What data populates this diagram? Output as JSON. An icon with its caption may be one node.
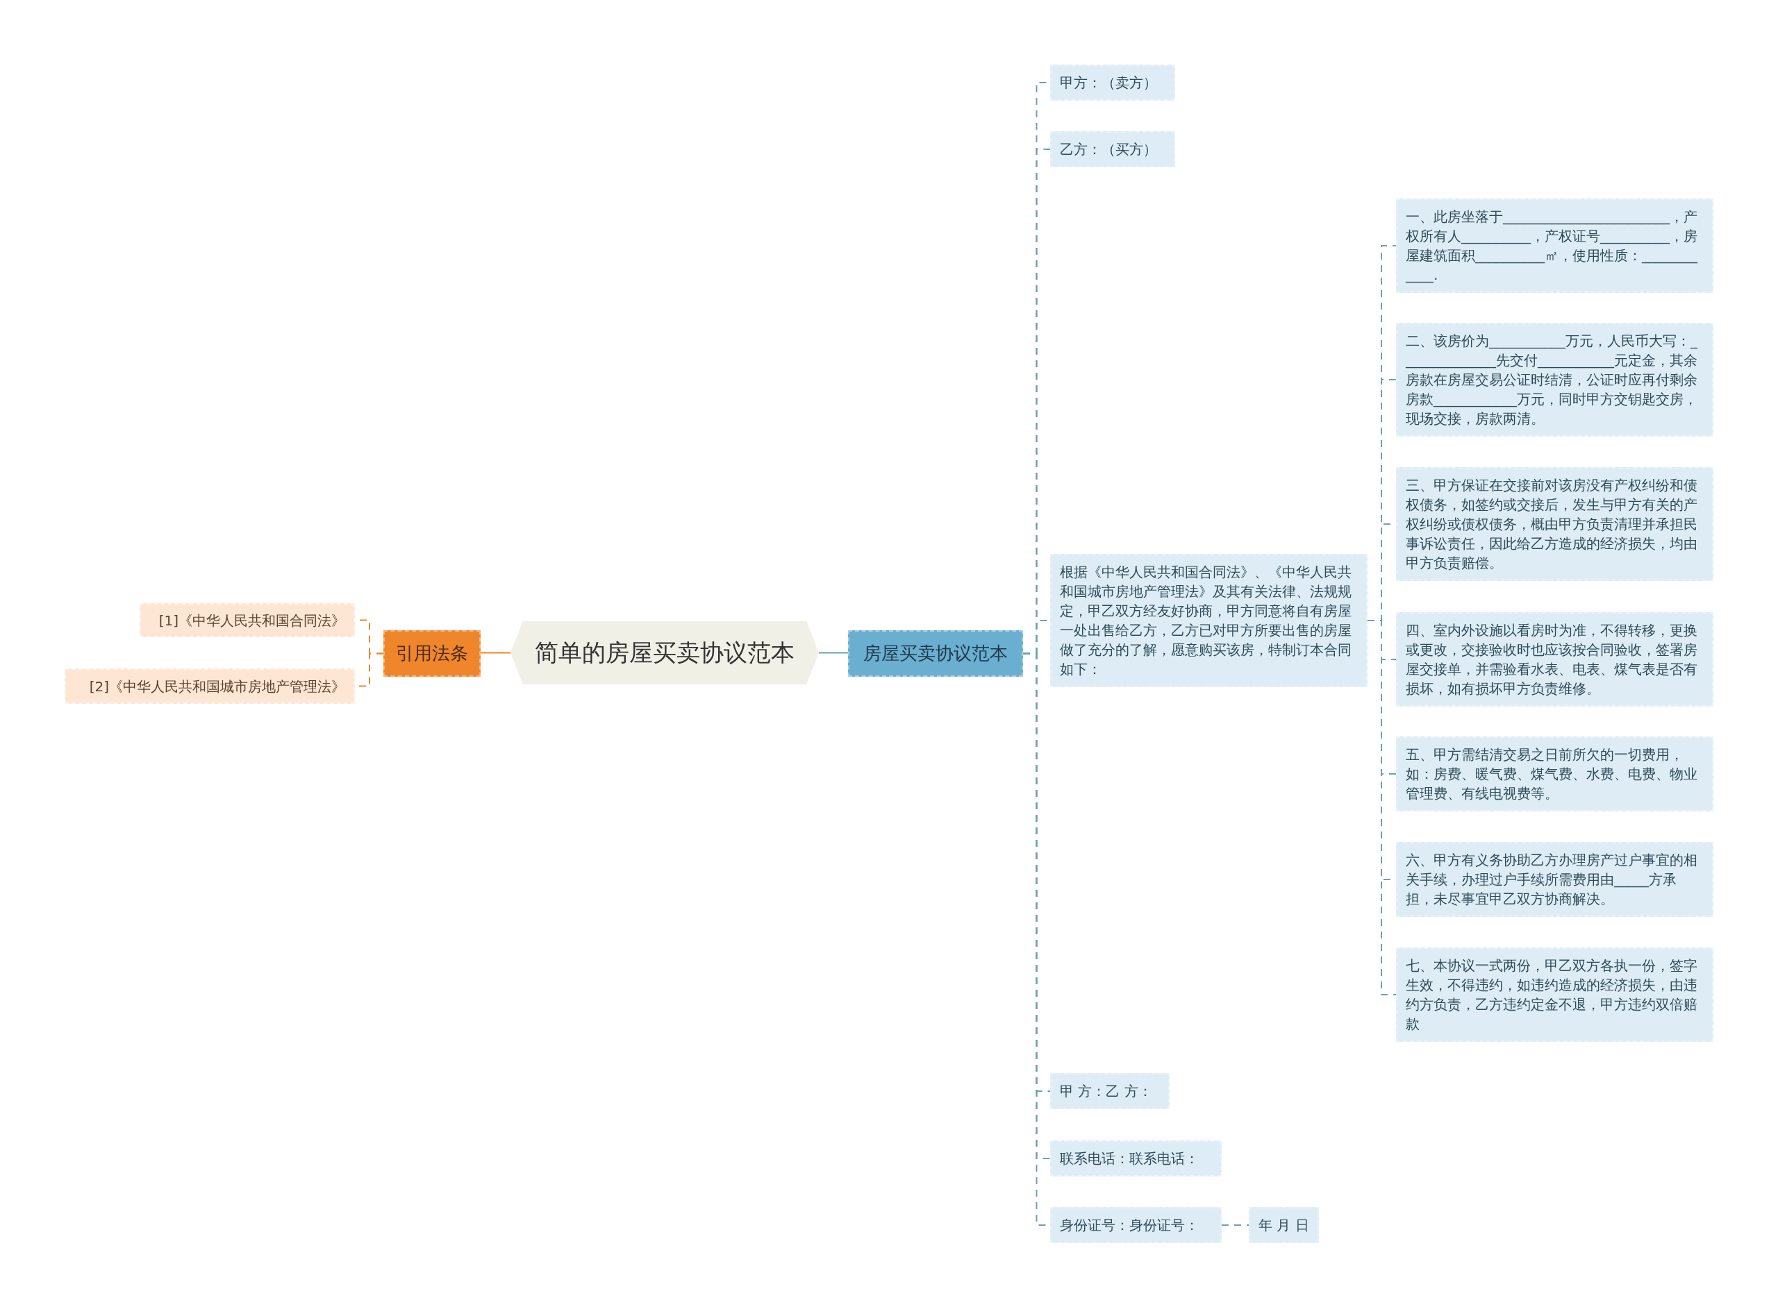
{
  "diagram": {
    "nodes": [
      {
        "text": [
          "简单的房屋买卖协议范本"
        ]
      },
      {
        "text": [
          "引用法条"
        ]
      },
      {
        "text": [
          "[1]《中华人民共和国合同法》"
        ]
      },
      {
        "text": [
          "[2]《中华人民共和国城市房地产管理法》"
        ]
      },
      {
        "text": [
          "房屋买卖协议范本"
        ]
      },
      {
        "text": [
          "甲方：（卖方）"
        ]
      },
      {
        "text": [
          "乙方：（买方）"
        ]
      },
      {
        "text": [
          "根据《中华人民共和国合同法》、《中华人民共和国城市房地产管理法》及其有关法律、法规规定，甲乙双方经友好协商，甲方同意将自有房屋一处出售给乙方，乙方已对甲方所要出售的房屋做了充分的了解，愿意购买该房，特制订本合同如下："
        ]
      },
      {
        "text": [
          "一、此房坐落于________________________，产权所有人__________，产权证号__________，房屋建筑面积__________㎡，使用性质：____________."
        ]
      },
      {
        "text": [
          "二、该房价为___________万元，人民币大写：______________先交付___________元定金，其余房款在房屋交易公证时结清，公证时应再付剩余房款____________万元，同时甲方交钥匙交房，现场交接，房款两清。"
        ]
      },
      {
        "text": [
          "三、甲方保证在交接前对该房没有产权纠纷和债权债务，如签约或交接后，发生与甲方有关的产权纠纷或债权债务，概由甲方负责清理并承担民事诉讼责任，因此给乙方造成的经济损失，均由甲方负责赔偿。"
        ]
      },
      {
        "text": [
          "四、室内外设施以看房时为准，不得转移，更换或更改，交接验收时也应该按合同验收，签署房屋交接单，并需验看水表、电表、煤气表是否有损坏，如有损坏甲方负责维修。"
        ]
      },
      {
        "text": [
          "五、甲方需结清交易之日前所欠的一切费用，如：房费、暖气费、煤气费、水费、电费、物业管理费、有线电视费等。"
        ]
      },
      {
        "text": [
          "六、甲方有义务协助乙方办理房产过户事宜的相关手续，办理过户手续所需费用由_____方承担，未尽事宜甲乙双方协商解决。"
        ]
      },
      {
        "text": [
          "七、本协议一式两份，甲乙双方各执一份，签字生效，不得违约，如违约造成的经济损失，由违约方负责，乙方违约定金不退，甲方违约双倍赔款"
        ]
      },
      {
        "text": [
          "甲 方：乙 方："
        ]
      },
      {
        "text": [
          "联系电话：联系电话："
        ]
      },
      {
        "text": [
          "身份证号：身份证号："
        ]
      },
      {
        "text": [
          "年 月 日"
        ]
      }
    ],
    "edges": [
      {
        "from": 0,
        "to": 1,
        "arrow": "none",
        "color": "#f0862c"
      },
      {
        "from": 1,
        "to": 2,
        "arrow": "none",
        "style": "dashed",
        "color": "#f0862c"
      },
      {
        "from": 1,
        "to": 3,
        "arrow": "none",
        "style": "dashed",
        "color": "#f0862c"
      },
      {
        "from": 0,
        "to": 4,
        "arrow": "none"
      },
      {
        "from": 4,
        "to": 5,
        "arrow": "none",
        "style": "dashed"
      },
      {
        "from": 4,
        "to": 6,
        "arrow": "none",
        "style": "dashed"
      },
      {
        "from": 4,
        "to": 7,
        "arrow": "none",
        "style": "dashed"
      },
      {
        "from": 4,
        "to": 15,
        "arrow": "none",
        "style": "dashed"
      },
      {
        "from": 4,
        "to": 16,
        "arrow": "none",
        "style": "dashed"
      },
      {
        "from": 4,
        "to": 17,
        "arrow": "none",
        "style": "dashed"
      },
      {
        "from": 7,
        "to": 8,
        "arrow": "none",
        "style": "dashed"
      },
      {
        "from": 7,
        "to": 9,
        "arrow": "none",
        "style": "dashed"
      },
      {
        "from": 7,
        "to": 10,
        "arrow": "none",
        "style": "dashed"
      },
      {
        "from": 7,
        "to": 11,
        "arrow": "none",
        "style": "dashed"
      },
      {
        "from": 7,
        "to": 12,
        "arrow": "none",
        "style": "dashed"
      },
      {
        "from": 7,
        "to": 13,
        "arrow": "none",
        "style": "dashed"
      },
      {
        "from": 7,
        "to": 14,
        "arrow": "none",
        "style": "dashed"
      },
      {
        "from": 17,
        "to": 18,
        "arrow": "none",
        "style": "dashed"
      }
    ]
  }
}
